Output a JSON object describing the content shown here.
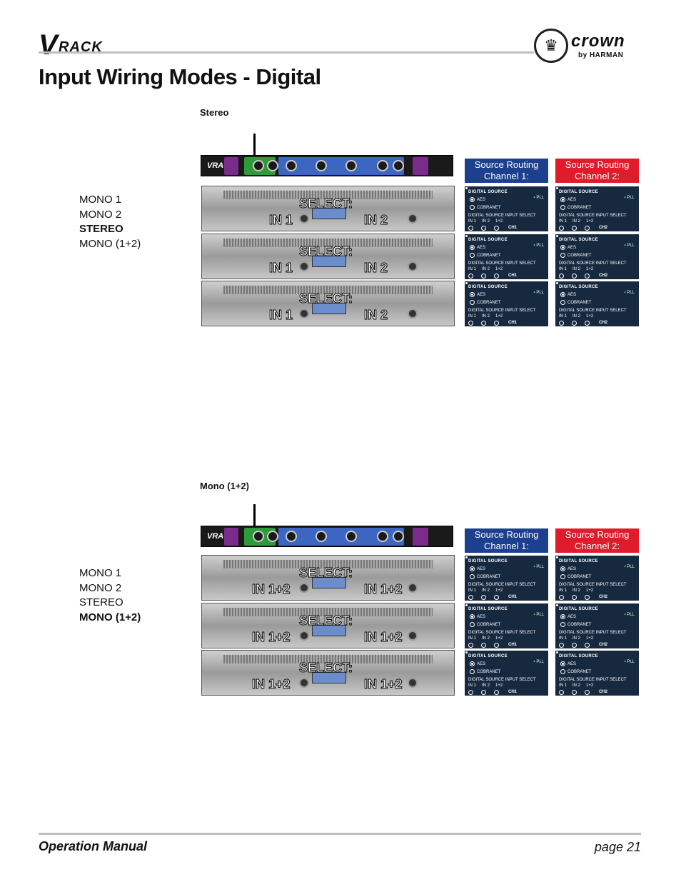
{
  "header": {
    "logo_v": "V",
    "logo_rack": "RACK",
    "brand_name": "crown",
    "brand_byline": "by HARMAN"
  },
  "page_title": "Input Wiring Modes - Digital",
  "rack_unit_logo": "VRACK",
  "routing_panel_strings": {
    "title": "DIGITAL SOURCE",
    "pll": "PLL",
    "aes": "AES",
    "cobranet": "COBRANET",
    "input_select": "DIGITAL SOURCE INPUT SELECT",
    "in1": "IN 1",
    "in2": "IN 2",
    "in12": "1+2"
  },
  "sections": [
    {
      "label": "Stereo",
      "modes": [
        "MONO 1",
        "MONO 2",
        "STEREO",
        "MONO (1+2)"
      ],
      "active_mode": "STEREO",
      "amp_overlay": {
        "select": "SELECT:",
        "ch1": "IN 1",
        "ch2": "IN 2"
      },
      "routing_headers": [
        "Source Routing Channel 1:",
        "Source Routing Channel 2:"
      ],
      "channel_1": {
        "channel": "CH1",
        "source": "AES",
        "input": "IN 1"
      },
      "channel_2": {
        "channel": "CH2",
        "source": "AES",
        "input": "IN 2"
      }
    },
    {
      "label": "Mono (1+2)",
      "modes": [
        "MONO 1",
        "MONO 2",
        "STEREO",
        "MONO (1+2)"
      ],
      "active_mode": "MONO (1+2)",
      "amp_overlay": {
        "select": "SELECT:",
        "ch1": "IN 1+2",
        "ch2": "IN 1+2"
      },
      "routing_headers": [
        "Source Routing Channel 1:",
        "Source Routing Channel 2:"
      ],
      "channel_1": {
        "channel": "CH1",
        "source": "AES",
        "input": "1+2"
      },
      "channel_2": {
        "channel": "CH2",
        "source": "AES",
        "input": "1+2"
      }
    }
  ],
  "footer": {
    "left": "Operation Manual",
    "right": "page 21"
  }
}
